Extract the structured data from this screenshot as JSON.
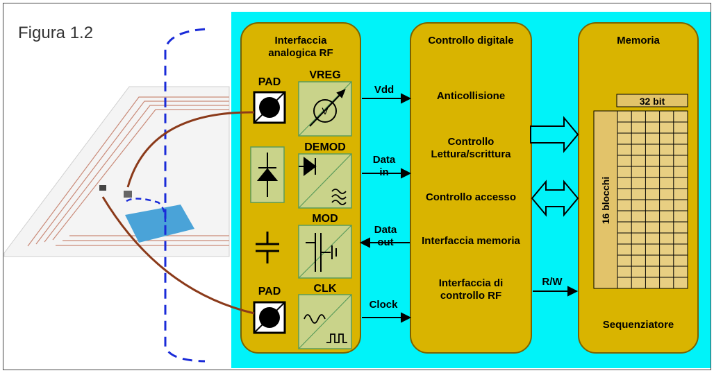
{
  "figure_label": "Figura 1.2",
  "blocks": {
    "analog": {
      "title": "Interfaccia\nanalogica RF"
    },
    "digital": {
      "title": "Controllo digitale",
      "items": [
        "Anticollisione",
        "Controllo\nLettura/scrittura",
        "Controllo accesso",
        "Interfaccia memoria",
        "Interfaccia di\ncontrollo RF"
      ]
    },
    "memory": {
      "title": "Memoria",
      "bits_label": "32 bit",
      "blocks_label": "16 blocchi",
      "sequencer": "Sequenziatore"
    }
  },
  "components": {
    "pad_top": "PAD",
    "vreg": "VREG",
    "vreg_symbol": "V",
    "demod": "DEMOD",
    "mod": "MOD",
    "pad_bottom": "PAD",
    "clk": "CLK"
  },
  "signals": {
    "vdd": "Vdd",
    "data_in": "Data\nin",
    "data_out": "Data\nout",
    "clock": "Clock",
    "rw": "R/W"
  },
  "colors": {
    "background": "#00f3f9",
    "block": "#d9b400",
    "component_bg": "#c9d38a",
    "wire": "#8b3a1a",
    "dashed": "#1a2bd8"
  }
}
